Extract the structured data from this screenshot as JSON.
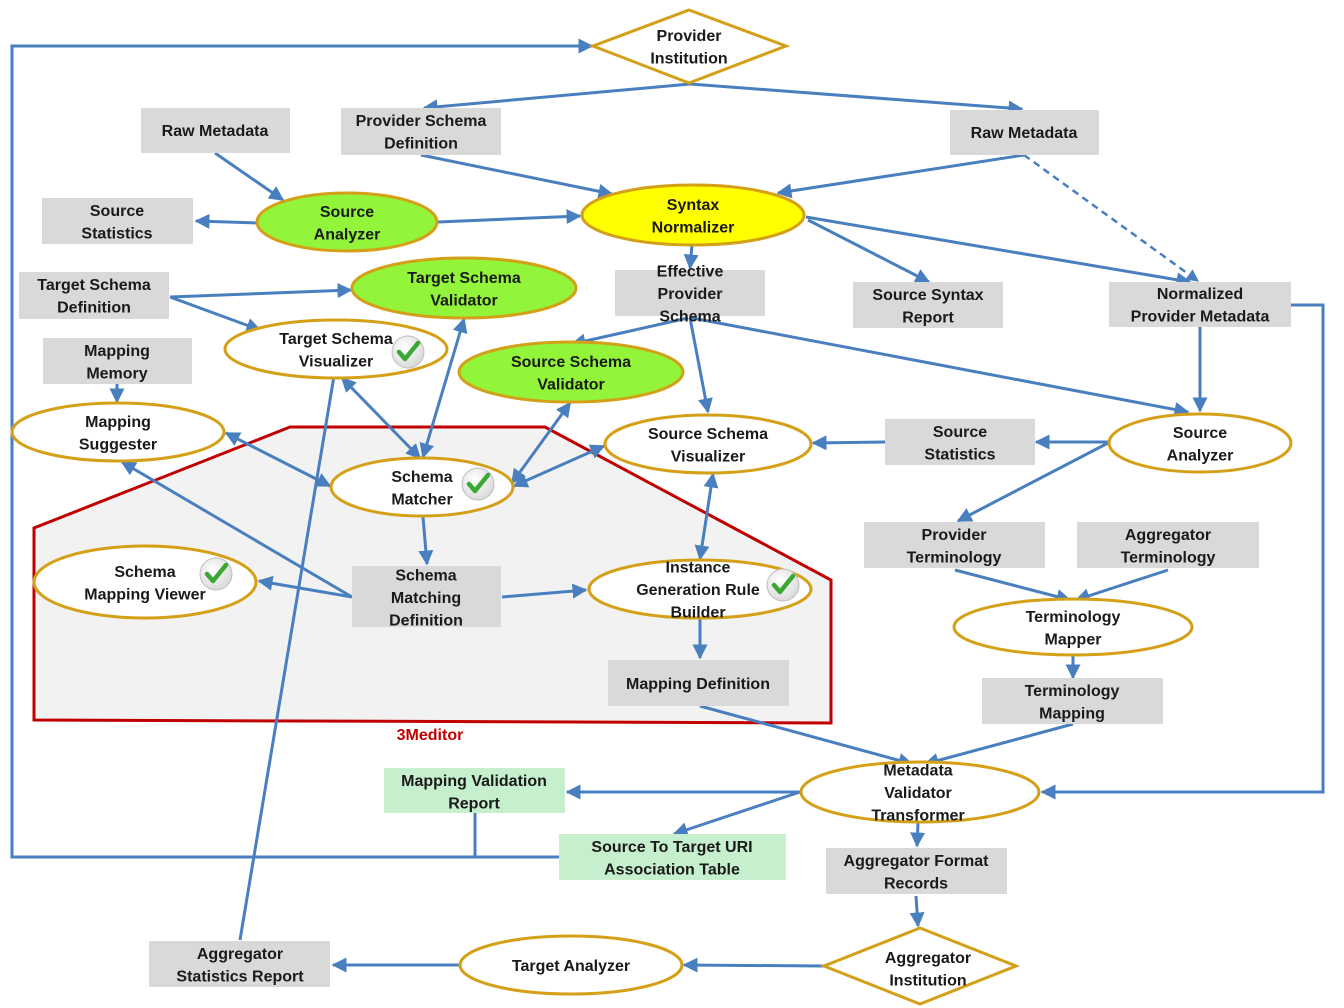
{
  "nodes": {
    "provider_institution": "Provider\nInstitution",
    "raw_metadata_left": "Raw Metadata",
    "provider_schema_definition": "Provider Schema\nDefinition",
    "raw_metadata_right": "Raw Metadata",
    "source_statistics_left": "Source\nStatistics",
    "source_analyzer_left": "Source\nAnalyzer",
    "syntax_normalizer": "Syntax\nNormalizer",
    "target_schema_definition": "Target Schema\nDefinition",
    "target_schema_validator": "Target Schema\nValidator",
    "effective_provider_schema": "Effective\nProvider\nSchema",
    "source_syntax_report": "Source Syntax\nReport",
    "normalized_provider_metadata": "Normalized\nProvider Metadata",
    "mapping_memory": "Mapping\nMemory",
    "target_schema_visualizer": "Target Schema\nVisualizer",
    "source_schema_validator": "Source Schema\nValidator",
    "mapping_suggester": "Mapping\nSuggester",
    "source_schema_visualizer": "Source Schema\nVisualizer",
    "source_statistics_right": "Source\nStatistics",
    "source_analyzer_right": "Source\nAnalyzer",
    "schema_matcher": "Schema\nMatcher",
    "provider_terminology": "Provider\nTerminology",
    "aggregator_terminology": "Aggregator\nTerminology",
    "schema_mapping_viewer": "Schema\nMapping Viewer",
    "schema_matching_definition": "Schema\nMatching\nDefinition",
    "instance_generation_rule_builder": "Instance\nGeneration Rule\nBuilder",
    "terminology_mapper": "Terminology\nMapper",
    "mapping_definition": "Mapping Definition",
    "terminology_mapping": "Terminology\nMapping",
    "editor_label": "3Meditor",
    "mapping_validation_report": "Mapping Validation\nReport",
    "metadata_validator_transformer": "Metadata\nValidator\nTransformer",
    "source_to_target_uri_table": "Source To Target URI\nAssociation Table",
    "aggregator_format_records": "Aggregator Format\nRecords",
    "aggregator_statistics_report": "Aggregator\nStatistics Report",
    "target_analyzer": "Target Analyzer",
    "aggregator_institution": "Aggregator\nInstitution"
  },
  "colors": {
    "edge": "#4a7fbf",
    "node_border": "#d4a017",
    "box_fill": "#d9d9d9",
    "green_box_fill": "#c6efce",
    "green_ellipse_fill": "#92f53a",
    "highlight_fill": "#ffff00",
    "editor_border": "#c00000",
    "editor_fill": "#f2f2f2",
    "check_fill": "#3aa832"
  },
  "icons": [
    "check-icon"
  ]
}
